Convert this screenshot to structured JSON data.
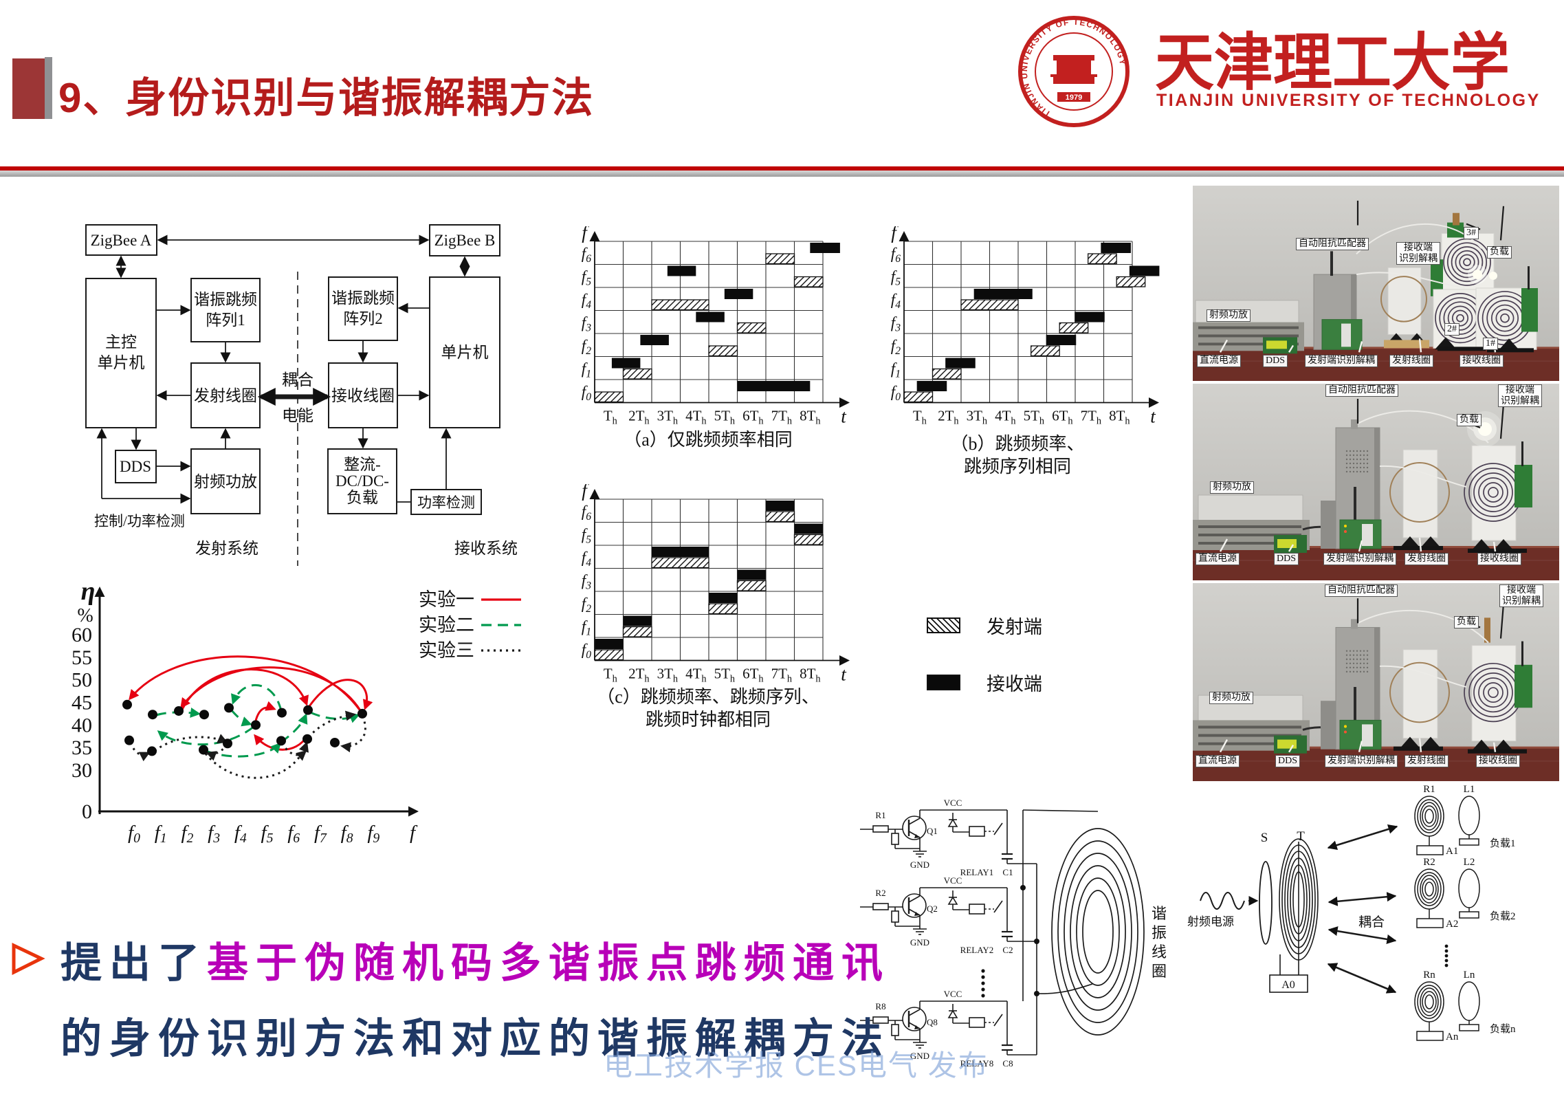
{
  "header": {
    "title": "9、身份识别与谐振解耦方法",
    "logo": {
      "seal_ring_text": "TIANJIN UNIVERSITY OF TECHNOLOGY",
      "seal_year": "1979",
      "name_cn": "天津理工大学",
      "name_en": "TIANJIN UNIVERSITY OF TECHNOLOGY"
    }
  },
  "block_diagram": {
    "zigbee_a": "ZigBee A",
    "zigbee_b": "ZigBee B",
    "master_line1": "主控",
    "master_line2": "单片机",
    "array1_line1": "谐振跳频",
    "array1_line2": "阵列1",
    "array2_line1": "谐振跳频",
    "array2_line2": "阵列2",
    "mcu": "单片机",
    "tx_coil": "发射线圈",
    "rx_coil": "接收线圈",
    "dds": "DDS",
    "rf_amp": "射频功放",
    "rectifier_line1": "整流-",
    "rectifier_line2": "DC/DC-",
    "rectifier_line3": "负载",
    "power_detect": "功率检测",
    "coupling": "耦合",
    "energy": "电能",
    "control_label": "控制/功率检测",
    "tx_system": "发射系统",
    "rx_system": "接收系统"
  },
  "hop_legend": {
    "tx": "发射端",
    "rx": "接收端"
  },
  "chart_data": [
    {
      "type": "hop-grid",
      "panel": "a",
      "caption": [
        "（a）仅跳频频率相同"
      ],
      "x_axis_label": "t",
      "y_axis_label": "f",
      "x_ticks": [
        "Tₕ",
        "2Tₕ",
        "3Tₕ",
        "4Tₕ",
        "5Tₕ",
        "6Tₕ",
        "7Tₕ",
        "8Tₕ"
      ],
      "y_labels": [
        "f₀",
        "f₁",
        "f₂",
        "f₃",
        "f₄",
        "f₅",
        "f₆"
      ],
      "tx_blocks": [
        [
          0,
          0,
          1
        ],
        [
          1,
          1,
          1
        ],
        [
          4,
          2,
          2
        ],
        [
          2,
          4,
          1
        ],
        [
          3,
          5,
          1
        ],
        [
          6,
          6,
          1
        ],
        [
          5,
          7,
          1
        ]
      ],
      "rx_blocks": [
        [
          1,
          0.6,
          1
        ],
        [
          2,
          1.6,
          1
        ],
        [
          5,
          2.55,
          1
        ],
        [
          3,
          3.55,
          1
        ],
        [
          4,
          4.55,
          1
        ],
        [
          0,
          5.0,
          2.55
        ],
        [
          6,
          7.55,
          1.05
        ]
      ]
    },
    {
      "type": "hop-grid",
      "panel": "b",
      "caption": [
        "（b）跳频频率、",
        "跳频序列相同"
      ],
      "x_axis_label": "t",
      "y_axis_label": "f",
      "x_ticks": [
        "Tₕ",
        "2Tₕ",
        "3Tₕ",
        "4Tₕ",
        "5Tₕ",
        "6Tₕ",
        "7Tₕ",
        "8Tₕ"
      ],
      "y_labels": [
        "f₀",
        "f₁",
        "f₂",
        "f₃",
        "f₄",
        "f₅",
        "f₆"
      ],
      "tx_blocks": [
        [
          0,
          0,
          1
        ],
        [
          1,
          1,
          1
        ],
        [
          4,
          2,
          2
        ],
        [
          2,
          4.45,
          1
        ],
        [
          3,
          5.45,
          1
        ],
        [
          6,
          6.45,
          1
        ],
        [
          5,
          7.45,
          1
        ]
      ],
      "rx_blocks": [
        [
          0,
          0.45,
          1.05
        ],
        [
          1,
          1.45,
          1.05
        ],
        [
          4,
          2.45,
          2.05
        ],
        [
          2,
          4.98,
          1.05
        ],
        [
          3,
          5.98,
          1.05
        ],
        [
          6,
          6.9,
          1.05
        ],
        [
          5,
          7.9,
          1.05
        ]
      ]
    },
    {
      "type": "hop-grid",
      "panel": "c",
      "caption": [
        "（c）跳频频率、跳频序列、",
        "跳频时钟都相同"
      ],
      "x_axis_label": "t",
      "y_axis_label": "f",
      "x_ticks": [
        "Tₕ",
        "2Tₕ",
        "3Tₕ",
        "4Tₕ",
        "5Tₕ",
        "6Tₕ",
        "7Tₕ",
        "8Tₕ"
      ],
      "y_labels": [
        "f₀",
        "f₁",
        "f₂",
        "f₃",
        "f₄",
        "f₅",
        "f₆"
      ],
      "tx_blocks": [
        [
          0,
          0,
          1
        ],
        [
          1,
          1,
          1
        ],
        [
          4,
          2,
          2
        ],
        [
          2,
          4,
          1
        ],
        [
          3,
          5,
          1
        ],
        [
          6,
          6,
          1
        ],
        [
          5,
          7,
          1
        ]
      ],
      "rx_blocks": [
        [
          0,
          0,
          1
        ],
        [
          1,
          1,
          1
        ],
        [
          4,
          2,
          2
        ],
        [
          2,
          4,
          1
        ],
        [
          3,
          5,
          1
        ],
        [
          6,
          6,
          1
        ],
        [
          5,
          7,
          1
        ]
      ]
    },
    {
      "type": "scatter-sequence",
      "y_symbol": "η",
      "y_unit": "%",
      "y_ticks": [
        60,
        55,
        50,
        45,
        40,
        35,
        30
      ],
      "y_zero": "0",
      "x_labels": [
        "f₀",
        "f₁",
        "f₂",
        "f₃",
        "f₄",
        "f₅",
        "f₆",
        "f₇",
        "f₈",
        "f₉"
      ],
      "x_axis_label": "f",
      "legend": [
        {
          "label": "实验一",
          "style": "solid",
          "color": "#e60012"
        },
        {
          "label": "实验二",
          "style": "dashed",
          "color": "#009a4e"
        },
        {
          "label": "实验三",
          "style": "dotted",
          "color": "#1a1a1a"
        }
      ],
      "points": [
        {
          "x": 185,
          "eta": 44.5
        },
        {
          "x": 188,
          "eta": 36.6
        },
        {
          "x": 222,
          "eta": 42.3
        },
        {
          "x": 221,
          "eta": 34.2
        },
        {
          "x": 260,
          "eta": 43.1
        },
        {
          "x": 297,
          "eta": 42.3
        },
        {
          "x": 296,
          "eta": 34.5
        },
        {
          "x": 333,
          "eta": 43.8
        },
        {
          "x": 331,
          "eta": 35.9
        },
        {
          "x": 372,
          "eta": 40.0
        },
        {
          "x": 410,
          "eta": 42.7
        },
        {
          "x": 409,
          "eta": 36.5
        },
        {
          "x": 448,
          "eta": 43.3
        },
        {
          "x": 447,
          "eta": 36.9
        },
        {
          "x": 487,
          "eta": 36.1
        },
        {
          "x": 527,
          "eta": 42.5
        }
      ],
      "sequences": [
        {
          "name": "实验一",
          "color": "#e60012",
          "style": "solid",
          "paths": [
            "M527,1038 C455,930 258,932 189,1016",
            "M527,1038 C478,952 322,948 264,1028",
            "M263,1036 C298,958 420,952 446,1024",
            "M446,1033 C492,962 546,988 531,1030",
            "M372,1048 C377,1030 386,1026 399,1031",
            "M447,1070 C430,1098 392,1096 371,1070"
          ]
        },
        {
          "name": "实验二",
          "color": "#009a4e",
          "style": "dashed",
          "paths": [
            "M227,1040 C244,1035 266,1035 289,1038",
            "M409,1034 C398,986 352,986 339,1022",
            "M336,1032 C348,1046 355,1050 364,1053",
            "M369,1057 C324,1092 260,1088 231,1064",
            "M299,1092 C345,1108 392,1098 407,1082",
            "M408,1080 C430,1064 440,1052 445,1040",
            "M451,1036 C484,1050 506,1046 521,1040"
          ]
        },
        {
          "name": "实验三",
          "color": "#1a1a1a",
          "style": "dotted",
          "paths": [
            "M190,1080 C197,1098 206,1100 216,1095",
            "M225,1092 C256,1068 304,1068 329,1079",
            "M331,1083 C318,1097 310,1098 302,1095",
            "M299,1096 C342,1148 424,1142 446,1081",
            "M449,1072 C470,1048 497,1042 515,1039",
            "M527,1041 C541,1072 519,1088 498,1085",
            "M410,1081 C424,1102 436,1100 444,1093"
          ]
        }
      ]
    }
  ],
  "photos": [
    {
      "labels": [
        {
          "text": "自动阻抗匹配器"
        },
        {
          "text": "接收端\n识别解耦"
        },
        {
          "text": "负载"
        },
        {
          "text": "3#"
        },
        {
          "text": "射频功放"
        },
        {
          "text": "2#"
        },
        {
          "text": "1#"
        },
        {
          "text": "直流电源"
        },
        {
          "text": "DDS"
        },
        {
          "text": "发射端识别解耦"
        },
        {
          "text": "发射线圈"
        },
        {
          "text": "接收线圈"
        }
      ]
    },
    {
      "labels": [
        {
          "text": "自动阻抗匹配器"
        },
        {
          "text": "接收端\n识别解耦"
        },
        {
          "text": "负载"
        },
        {
          "text": "射频功放"
        },
        {
          "text": "直流电源"
        },
        {
          "text": "DDS"
        },
        {
          "text": "发射端识别解耦"
        },
        {
          "text": "发射线圈"
        },
        {
          "text": "接收线圈"
        }
      ]
    },
    {
      "labels": [
        {
          "text": "自动阻抗匹配器"
        },
        {
          "text": "接收端\n识别解耦"
        },
        {
          "text": "负载"
        },
        {
          "text": "射频功放"
        },
        {
          "text": "直流电源"
        },
        {
          "text": "DDS"
        },
        {
          "text": "发射端识别解耦"
        },
        {
          "text": "发射线圈"
        },
        {
          "text": "接收线圈"
        }
      ]
    }
  ],
  "circuit": {
    "stages": [
      {
        "r": "R1",
        "q": "Q1",
        "vcc": "VCC",
        "gnd": "GND",
        "relay": "RELAY1",
        "c": "C1"
      },
      {
        "r": "R2",
        "q": "Q2",
        "vcc": "VCC",
        "gnd": "GND",
        "relay": "RELAY2",
        "c": "C2"
      },
      {
        "r": "R8",
        "q": "Q8",
        "vcc": "VCC",
        "gnd": "GND",
        "relay": "RELAY8",
        "c": "C8"
      }
    ],
    "coil_char1": "谐",
    "coil_char2": "振",
    "coil_char3": "线",
    "coil_char4": "圈"
  },
  "multiload": {
    "source": "射频电源",
    "s": "S",
    "t": "T",
    "a0": "A0",
    "coupling": "耦合",
    "groups": [
      {
        "r": "R1",
        "l": "L1",
        "a": "A1",
        "load": "负载1"
      },
      {
        "r": "R2",
        "l": "L2",
        "a": "A2",
        "load": "负载2"
      },
      {
        "r": "Rn",
        "l": "Ln",
        "a": "An",
        "load": "负载n"
      }
    ]
  },
  "conclusion": {
    "part1": "提出了",
    "part2": "基于伪随机码多谐振点跳频通讯",
    "part3": "的身份识别方法和对应的谐振解耦方法"
  },
  "watermark": "电工技术学报 CES电气 发布"
}
